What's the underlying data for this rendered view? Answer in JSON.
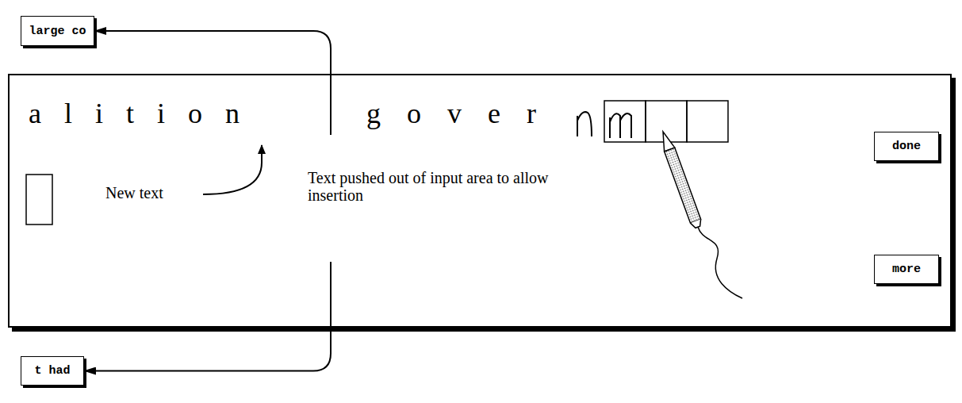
{
  "diagram": {
    "nodes": [
      {
        "text": [
          "large co"
        ]
      },
      {
        "text": [
          "alition",
          "gover"
        ]
      },
      {
        "text": [
          "done"
        ],
        "in": 1
      },
      {
        "text": [
          "more"
        ],
        "in": 1
      },
      {
        "text": [
          "t had"
        ]
      }
    ],
    "edges": [
      {
        "from": 1,
        "to": 0,
        "arrow": "to"
      },
      {
        "from": 1,
        "to": 4,
        "arrow": "to"
      }
    ],
    "labels": [
      "New text",
      "Text pushed out of input area to allow insertion"
    ]
  }
}
